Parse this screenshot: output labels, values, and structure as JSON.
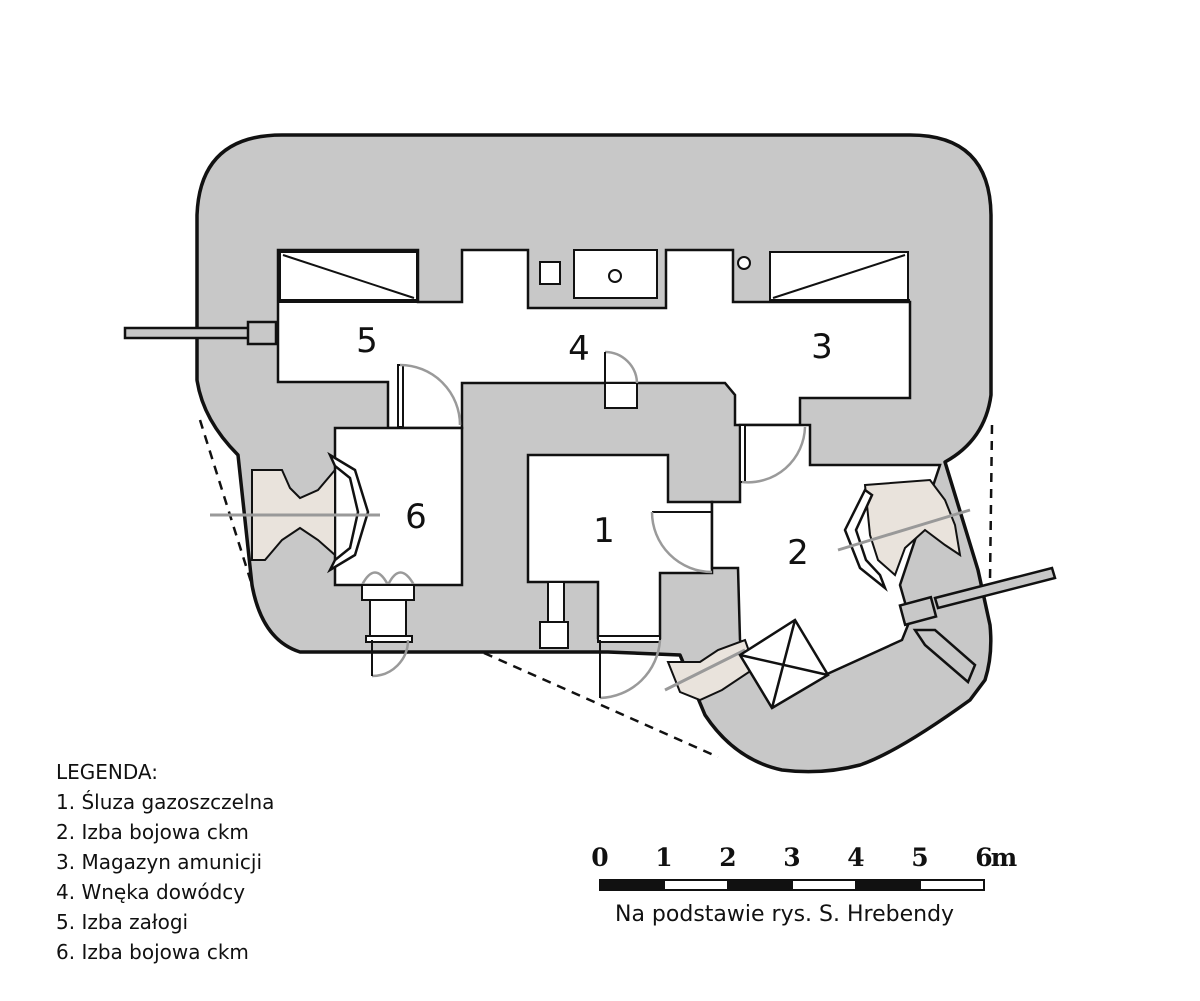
{
  "rooms": [
    {
      "number": "1",
      "name": "Śluza gazoszczelna"
    },
    {
      "number": "2",
      "name": "Izba bojowa ckm"
    },
    {
      "number": "3",
      "name": "Magazyn amunicji"
    },
    {
      "number": "4",
      "name": "Wnęka dowódcy"
    },
    {
      "number": "5",
      "name": "Izba załogi"
    },
    {
      "number": "6",
      "name": "Izba bojowa ckm"
    }
  ],
  "legend": {
    "title": "LEGENDA:",
    "items": [
      "1. Śluza gazoszczelna",
      "2. Izba bojowa ckm",
      "3. Magazyn amunicji",
      "4. Wnęka dowódcy",
      "5. Izba załogi",
      "6. Izba bojowa ckm"
    ]
  },
  "scale_bar": {
    "ticks": [
      "0",
      "1",
      "2",
      "3",
      "4",
      "5",
      "6"
    ],
    "unit": "m"
  },
  "credit": "Na podstawie rys. S. Hrebendy",
  "colors": {
    "concrete": "#c8c8c8",
    "embrasure": "#e9e3dc",
    "outline": "#111111",
    "door_swing": "#9a9a9a"
  }
}
